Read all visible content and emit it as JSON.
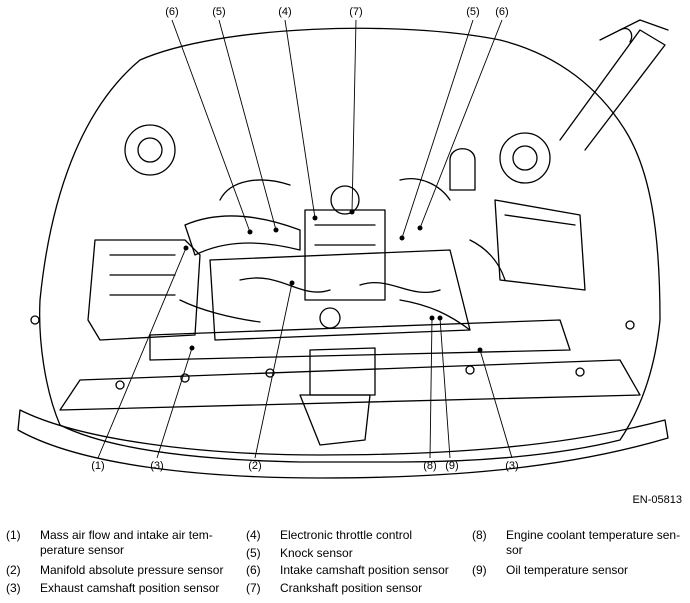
{
  "figure": {
    "id": "EN-05813",
    "top_callouts": [
      "(6)",
      "(5)",
      "(4)",
      "(7)",
      "(5)",
      "(6)"
    ],
    "bottom_callouts": [
      "(1)",
      "(3)",
      "(2)",
      "(8)",
      "(9)",
      "(3)"
    ]
  },
  "legend": [
    {
      "num": "(1)",
      "text": "Mass air flow and intake air tem-perature sensor",
      "line1": "Mass air flow and intake air tem-",
      "line2": "perature sensor"
    },
    {
      "num": "(2)",
      "text": "Manifold absolute pressure sensor"
    },
    {
      "num": "(3)",
      "text": "Exhaust camshaft position sensor"
    },
    {
      "num": "(4)",
      "text": "Electronic throttle control"
    },
    {
      "num": "(5)",
      "text": "Knock sensor"
    },
    {
      "num": "(6)",
      "text": "Intake camshaft position sensor"
    },
    {
      "num": "(7)",
      "text": "Crankshaft position sensor"
    },
    {
      "num": "(8)",
      "text": "Engine coolant temperature sen-sor",
      "line1": "Engine coolant temperature sen-",
      "line2": "sor"
    },
    {
      "num": "(9)",
      "text": "Oil temperature sensor"
    }
  ]
}
